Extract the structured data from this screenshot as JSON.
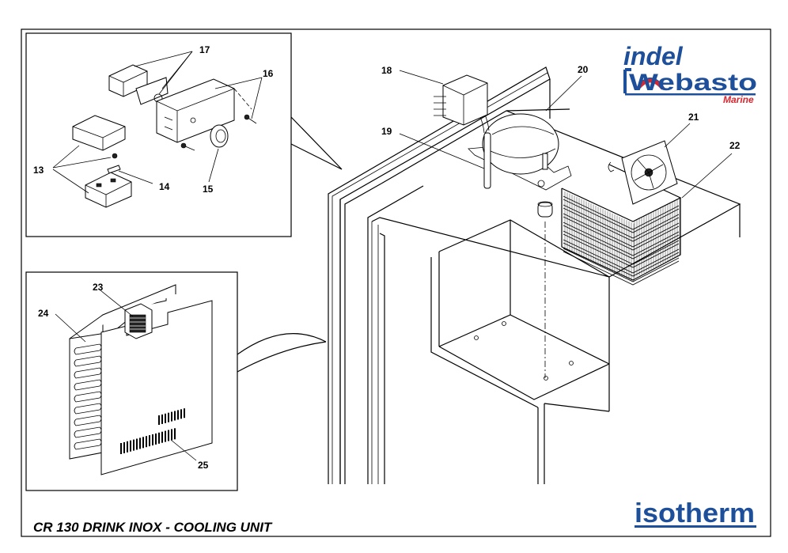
{
  "title": "CR 130 DRINK INOX - COOLING UNIT",
  "logos": {
    "indel": "indel",
    "webasto": "Webasto",
    "marine": "Marine",
    "isotherm": "isotherm",
    "colors": {
      "blue": "#1d4f9a",
      "red": "#d7262f"
    }
  },
  "callouts": [
    "13",
    "14",
    "15",
    "16",
    "17",
    "18",
    "19",
    "20",
    "21",
    "22",
    "23",
    "24",
    "25"
  ]
}
